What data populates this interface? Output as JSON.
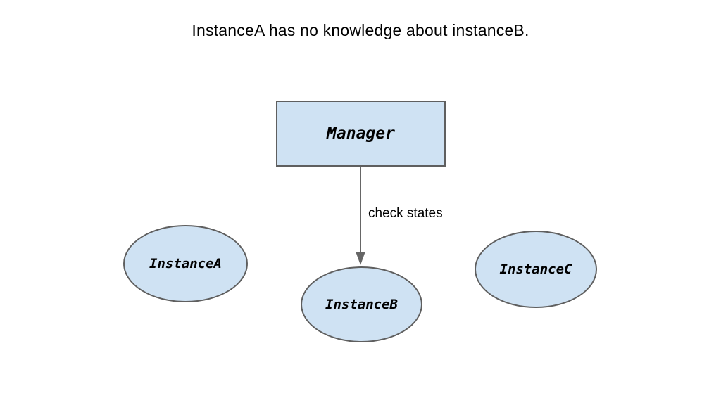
{
  "title": "InstanceA has no knowledge about instanceB.",
  "diagram": {
    "nodes": {
      "manager": {
        "label": "Manager",
        "shape": "rectangle"
      },
      "instanceA": {
        "label": "InstanceA",
        "shape": "ellipse"
      },
      "instanceB": {
        "label": "InstanceB",
        "shape": "ellipse"
      },
      "instanceC": {
        "label": "InstanceC",
        "shape": "ellipse"
      }
    },
    "edges": [
      {
        "from": "manager",
        "to": "instanceB",
        "label": "check states",
        "style": "solid-arrow"
      }
    ]
  },
  "colors": {
    "node_fill": "#cfe2f3",
    "node_border": "#5f5f5f",
    "arrow": "#666666",
    "text": "#000000",
    "background": "#ffffff"
  }
}
